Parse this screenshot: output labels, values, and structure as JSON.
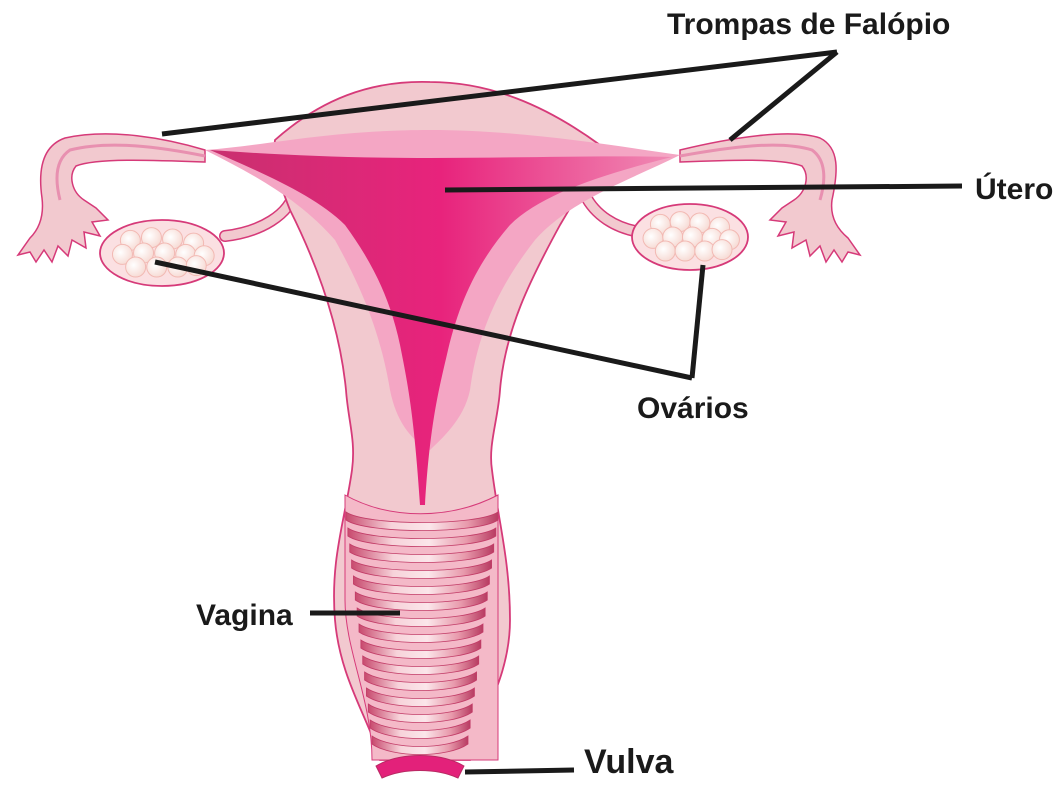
{
  "labels": {
    "fallopian_tubes": "Trompas de Falópio",
    "uterus": "Útero",
    "ovaries": "Ovários",
    "vagina": "Vagina",
    "vulva": "Vulva"
  },
  "colors": {
    "tissue_light": "#f2c9cf",
    "tissue_mid": "#f4a6c4",
    "tissue_dark": "#e0558f",
    "cavity": "#e3217a",
    "outline": "#d63a79",
    "ovary_fill": "#fbe0e2",
    "follicle": "#fff4ee",
    "leader_line": "#1a1a1a"
  }
}
